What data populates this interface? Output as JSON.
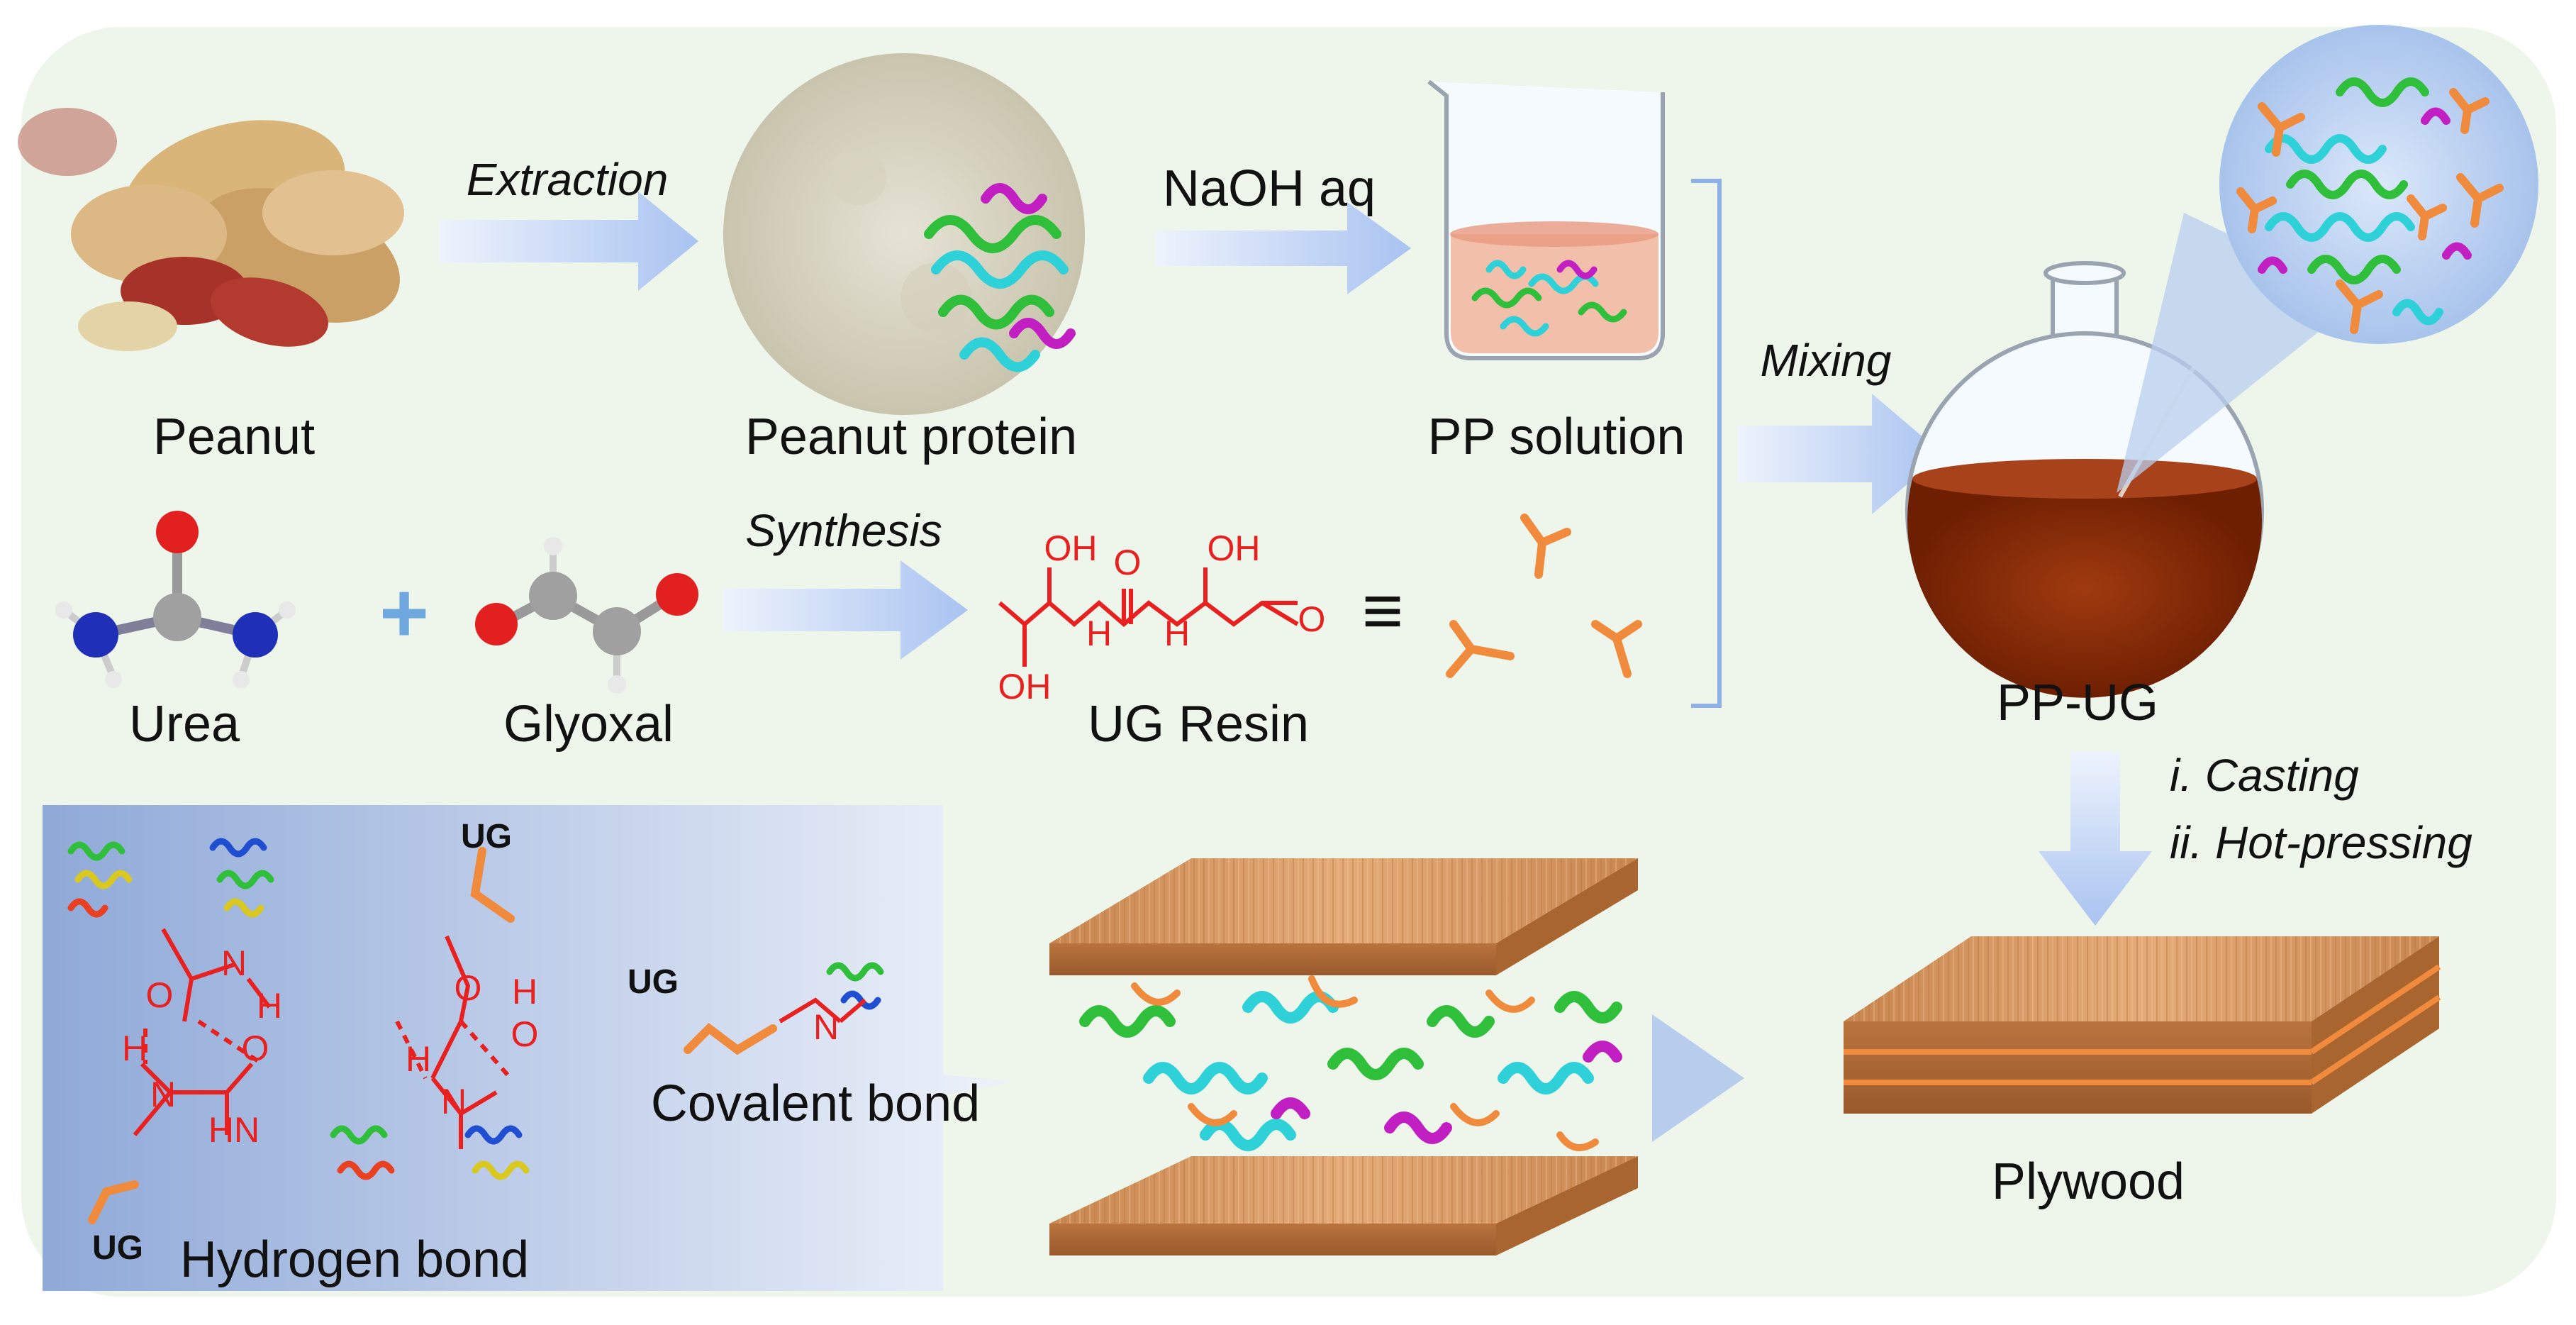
{
  "labels": {
    "peanut": "Peanut",
    "peanut_protein": "Peanut protein",
    "pp_solution": "PP solution",
    "pp_ug": "PP-UG",
    "urea": "Urea",
    "glyoxal": "Glyoxal",
    "ug_resin": "UG Resin",
    "plywood": "Plywood",
    "hydrogen_bond": "Hydrogen bond",
    "covalent_bond": "Covalent bond"
  },
  "steps": {
    "extraction": "Extraction",
    "naoh": "NaOH aq",
    "synthesis": "Synthesis",
    "mixing": "Mixing",
    "casting": "i. Casting",
    "hot_pressing": "ii. Hot-pressing"
  },
  "chem": {
    "oh": "OH",
    "o": "O",
    "h": "H",
    "n": "N",
    "hn": "HN",
    "ug": "UG",
    "equiv": "≡",
    "plus": "+"
  },
  "colors": {
    "background_panel": "#eef5ea",
    "arrow": "#a9c3f1",
    "ug_orange": "#f08a3c",
    "bond_red": "#e8201f",
    "resin_brown": "#8a2a07",
    "wood": "#d99a66",
    "bond_panel": "#9fb7de"
  }
}
